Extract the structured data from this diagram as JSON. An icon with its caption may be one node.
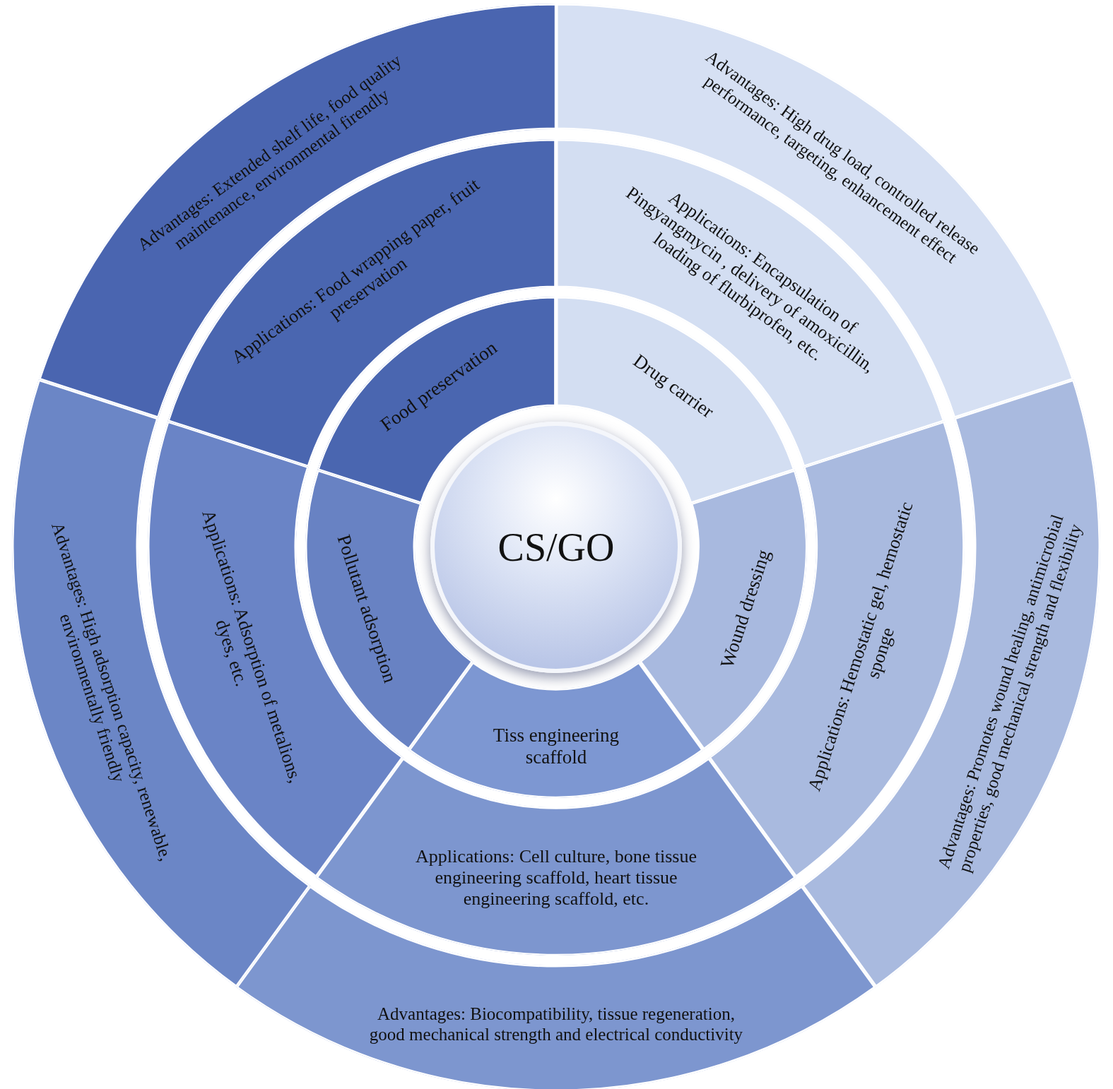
{
  "diagram": {
    "nodes": [
      {
        "text": [
          "CS/GO"
        ]
      },
      {
        "text": [
          "Food preservation"
        ]
      },
      {
        "text": [
          "Drug carrier"
        ]
      },
      {
        "text": [
          "Wound dressing"
        ]
      },
      {
        "text": [
          "Tiss engineering scaffold"
        ]
      },
      {
        "text": [
          "Pollutant adsorption"
        ]
      },
      {
        "text": [
          "Applications: Food wrapping paper, fruit preservation"
        ]
      },
      {
        "text": [
          "Applications: Encapsulation of Pingyangmycin , delivery of amoxicillin, loading of flurbiprofen, etc."
        ]
      },
      {
        "text": [
          "Applications: Hemostatic gel, hemostatic sponge"
        ]
      },
      {
        "text": [
          "Applications: Cell culture, bone tissue engineering scaffold, heart tissue engineering scaffold, etc."
        ]
      },
      {
        "text": [
          "Applications: Adsorption of metalions, dyes, etc."
        ]
      },
      {
        "text": [
          "Advantages: Extended shelf life, food quality maintenance, environmental firendly"
        ]
      },
      {
        "text": [
          "Advantages: High drug load, controlled release performance, targeting, enhancement effect"
        ]
      },
      {
        "text": [
          "Advantages: Promotes wound healing, antimicrobial properties, good mechanical strength and flexibility"
        ]
      },
      {
        "text": [
          "Advantages: Biocompatibility, tissue regeneration, good mechanical strength and electrical conductivity"
        ]
      },
      {
        "text": [
          "Advantages: High adsorption capacity, renewable, environmentally friendly"
        ]
      }
    ]
  }
}
